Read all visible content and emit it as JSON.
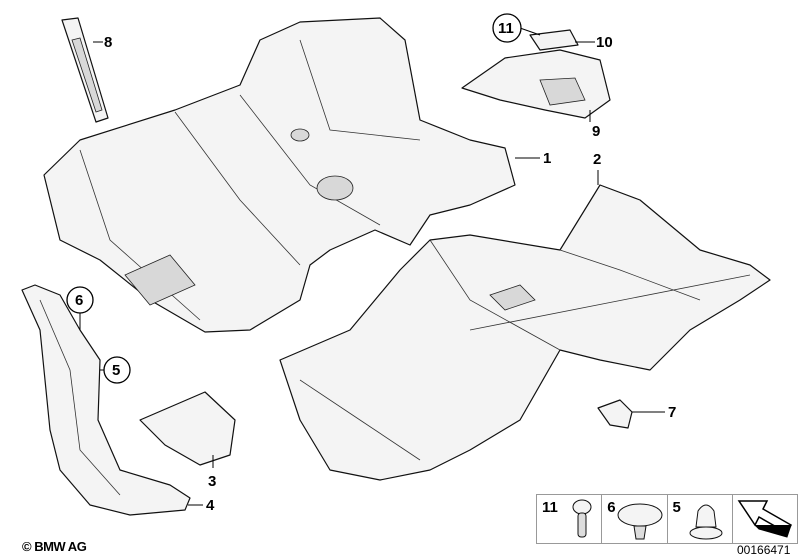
{
  "callouts": {
    "p1": "1",
    "p2": "2",
    "p3": "3",
    "p4": "4",
    "p5": "5",
    "p6": "6",
    "p7": "7",
    "p8": "8",
    "p9": "9",
    "p10": "10",
    "p11": "11"
  },
  "legend": [
    {
      "label": "11",
      "icon": "screw-clip-icon"
    },
    {
      "label": "6",
      "icon": "plastic-rivet-icon"
    },
    {
      "label": "5",
      "icon": "cap-nut-icon"
    },
    {
      "label": "",
      "icon": "direction-arrow-icon"
    }
  ],
  "diagram_code": "00166471",
  "copyright": "© BMW AG"
}
